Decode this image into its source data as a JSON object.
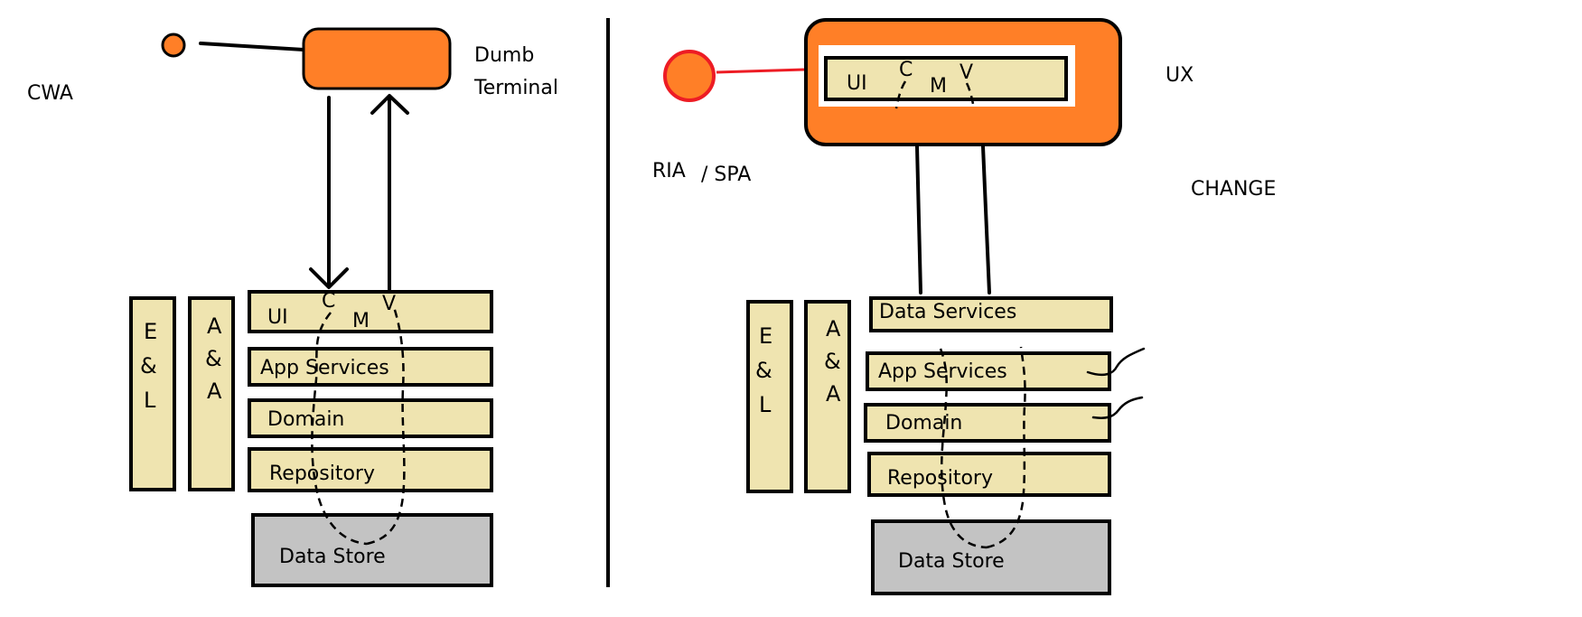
{
  "colors": {
    "layer_fill": "#efe4b0",
    "store_fill": "#c3c3c3",
    "orange": "#ff7f27",
    "red": "#ed1c24",
    "stroke": "#000000"
  },
  "left": {
    "title": "CWA",
    "terminal_label_1": "Dumb",
    "terminal_label_2": "Terminal",
    "el_1": "E",
    "el_2": "&",
    "el_3": "L",
    "aa_1": "A",
    "aa_2": "&",
    "aa_3": "A",
    "ui": "UI",
    "c": "C",
    "m": "M",
    "v": "V",
    "app_services": "App Services",
    "domain": "Domain",
    "repository": "Repository",
    "data_store": "Data Store"
  },
  "right": {
    "title_1": "RIA",
    "title_2": "/ SPA",
    "ux": "UX",
    "change": "CHANGE",
    "ui": "UI",
    "c": "C",
    "m": "M",
    "v": "V",
    "el_1": "E",
    "el_2": "&",
    "el_3": "L",
    "aa_1": "A",
    "aa_2": "&",
    "aa_3": "A",
    "data_services": "Data Services",
    "app_services": "App Services",
    "domain": "Domain",
    "repository": "Repository",
    "data_store": "Data Store"
  }
}
